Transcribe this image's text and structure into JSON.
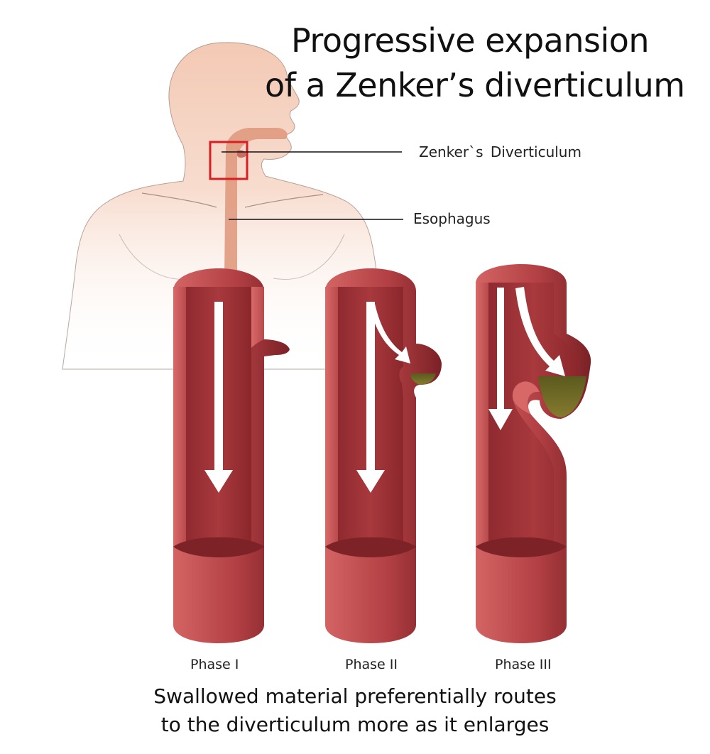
{
  "title": {
    "line1": "Progressive expansion",
    "line2": "of a Zenker’s diverticulum"
  },
  "labels": {
    "zenker": "Zenker`s Diverticulum",
    "esophagus": "Esophagus"
  },
  "phases": [
    "Phase I",
    "Phase II",
    "Phase III"
  ],
  "caption": {
    "line1": "Swallowed material preferentially routes",
    "line2": "to the diverticulum more as it enlarges"
  },
  "colors": {
    "skin": "#f6d3c1",
    "esophagus_inner": "#a93a3e",
    "esophagus_wall": "#c45254",
    "esophagus_dark": "#7d2328",
    "pooled_material": "#6b6522",
    "highlight_box": "#d81e23",
    "arrow": "#ffffff"
  }
}
